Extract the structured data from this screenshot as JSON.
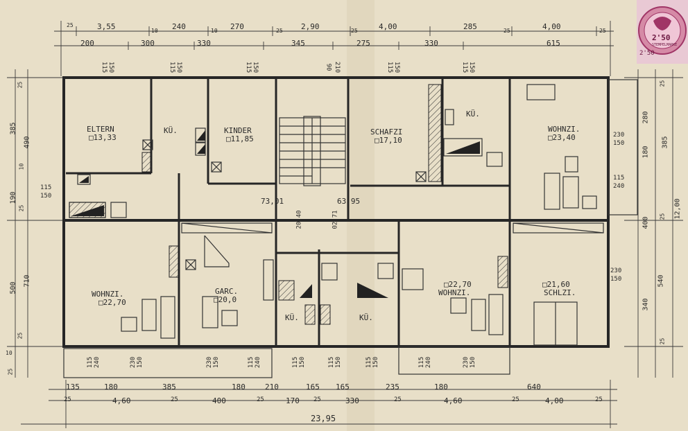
{
  "rooms": {
    "eltern_name": "ELTERN",
    "eltern_area": "□13,33",
    "ku_tl": "KÜ.",
    "kinder_name": "KINDER",
    "kinder_area": "□11,85",
    "schafzi_name": "SCHAFZI",
    "schafzi_area": "□17,10",
    "ku_tr": "KÜ.",
    "wohnzi_tr_name": "WOHNZI.",
    "wohnzi_tr_area": "□23,40",
    "wohnzi_bl_name": "WOHNZI.",
    "wohnzi_bl_area": "□22,70",
    "garc_name": "GARC.",
    "garc_area": "□20,0",
    "ku_bc1": "KÜ.",
    "ku_bc2": "KÜ.",
    "wohnzi_br_area": "□22,70",
    "wohnzi_br_name": "WOHNZI.",
    "schlzi_area": "□21,60",
    "schlzi_name": "SCHLZI."
  },
  "hall": {
    "area_left": "73,01",
    "area_right": "63,95",
    "n1": "20,40",
    "n2": "02,71"
  },
  "top_dims": {
    "row1": [
      "25",
      "3,55",
      "10",
      "240",
      "10",
      "270",
      "25",
      "2,90",
      "25",
      "4,00",
      "285",
      "25",
      "4,00",
      "25"
    ],
    "row2": [
      "200",
      "300",
      "330",
      "345",
      "275",
      "330",
      "615"
    ],
    "windows": [
      "115",
      "150",
      "115",
      "150",
      "115",
      "150",
      "90",
      "210",
      "115",
      "150",
      "115",
      "150"
    ]
  },
  "bottom_dims": {
    "windows": [
      "115",
      "240",
      "230",
      "150",
      "230",
      "150",
      "115",
      "240",
      "115",
      "150",
      "115",
      "150",
      "115",
      "150",
      "115",
      "240",
      "230",
      "150"
    ],
    "row1": [
      "135",
      "180",
      "385",
      "180",
      "210",
      "165",
      "165",
      "235",
      "180",
      "640"
    ],
    "row2": [
      "25",
      "4,60",
      "25",
      "400",
      "25",
      "170",
      "25",
      "330",
      "25",
      "4,60",
      "25",
      "4,00",
      "25"
    ],
    "total": "23,95"
  },
  "left_dims": [
    "25",
    "385",
    "490",
    "10",
    "190",
    "25",
    "115",
    "150",
    "500",
    "710",
    "25",
    "25",
    "10"
  ],
  "right_dims": [
    "25",
    "280",
    "385",
    "230",
    "150",
    "180",
    "115",
    "240",
    "400",
    "25",
    "12,00",
    "230",
    "150",
    "340",
    "540",
    "25"
  ],
  "stamp": {
    "value": "2'50",
    "small": "2'50",
    "text": "STEMPELMARKE"
  }
}
